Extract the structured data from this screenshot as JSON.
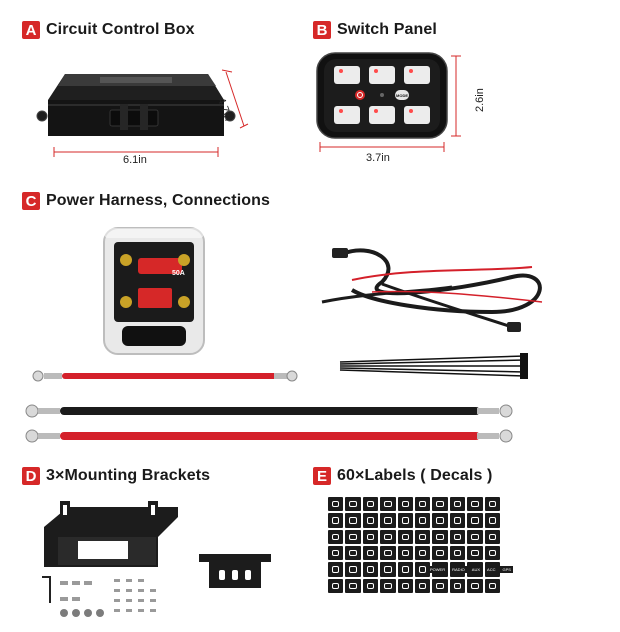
{
  "sections": {
    "a": {
      "letter": "A",
      "title": "Circuit Control Box",
      "width_label": "6.1in",
      "height_label": "4.7in"
    },
    "b": {
      "letter": "B",
      "title": "Switch Panel",
      "width_label": "3.7in",
      "height_label": "2.6in",
      "mode_label": "MODE"
    },
    "c": {
      "letter": "C",
      "title": "Power Harness, Connections",
      "breaker_rating": "50A"
    },
    "d": {
      "letter": "D",
      "title": "3×Mounting Brackets"
    },
    "e": {
      "letter": "E",
      "title": "60×Labels ( Decals )",
      "decal_texts": [
        "POWER",
        "RADIO",
        "AUX",
        "ACC",
        "GPS"
      ]
    }
  },
  "colors": {
    "accent": "#d62828",
    "panel_led": "#ff4b4b",
    "cable_red": "#d4202a",
    "cable_black": "#1b1b1b"
  }
}
